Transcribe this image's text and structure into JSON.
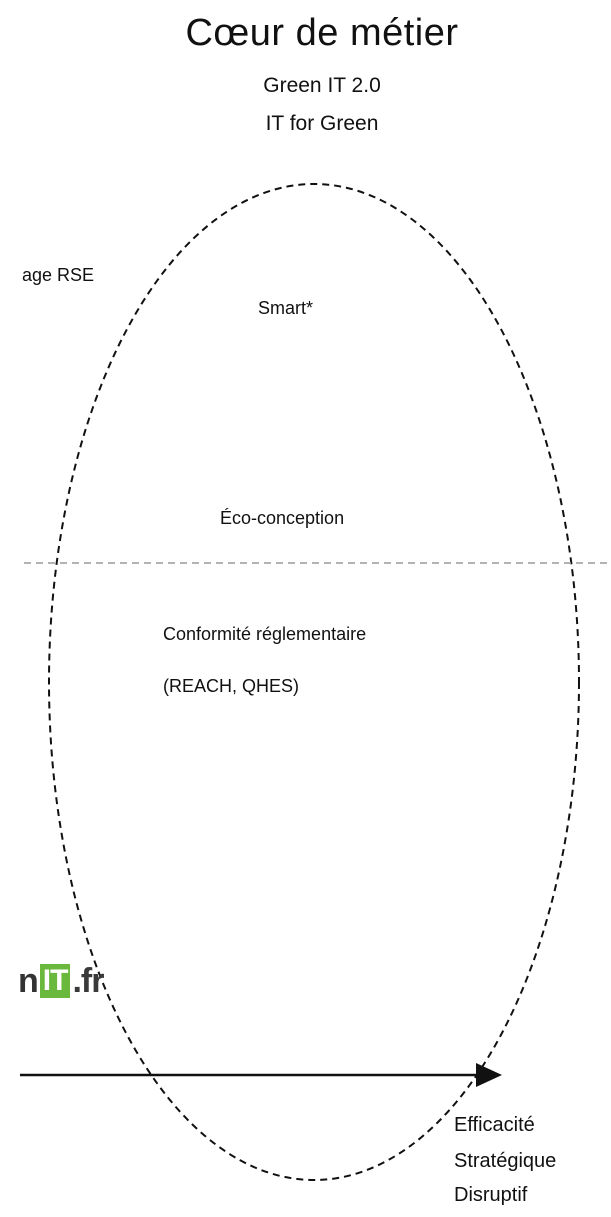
{
  "header": {
    "title": "Cœur de métier",
    "line1": "Green IT 2.0",
    "line2": "IT for Green"
  },
  "labels": {
    "rse": "age RSE",
    "smart": "Smart*",
    "eco": "Éco-conception",
    "conformite": "Conformité réglementaire",
    "reach": "(REACH, QHES)"
  },
  "logo": {
    "prefix": "n",
    "box": "IT",
    "suffix": ".fr"
  },
  "axis": {
    "labels": [
      "Efficacité",
      "Stratégique",
      "Disruptif"
    ]
  },
  "colors": {
    "text": "#111111",
    "ellipse_stroke": "#111111",
    "divider": "#9a9a9a",
    "logo_green": "#6ab83c"
  }
}
